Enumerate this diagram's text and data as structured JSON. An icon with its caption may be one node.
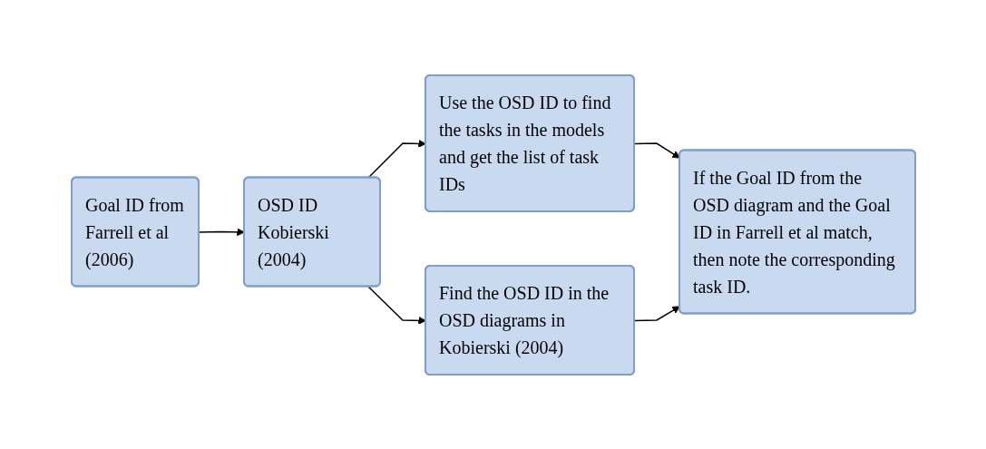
{
  "diagram": {
    "nodes": [
      {
        "text": [
          "Goal ID from Farrell et al (2006)"
        ]
      },
      {
        "text": [
          "OSD ID Kobierski (2004)"
        ]
      },
      {
        "text": [
          "Use the OSD ID to find the tasks in the models and get the list of task IDs"
        ]
      },
      {
        "text": [
          "Find the OSD ID in the OSD diagrams in Kobierski (2004)"
        ]
      },
      {
        "text": [
          "If the Goal ID from the OSD diagram and the Goal ID in Farrell et al match, then note the corresponding task ID."
        ]
      }
    ],
    "edges": [
      {
        "from": 0,
        "to": 1,
        "arrow": "to"
      },
      {
        "from": 1,
        "to": 2,
        "arrow": "to"
      },
      {
        "from": 1,
        "to": 3,
        "arrow": "to"
      },
      {
        "from": 2,
        "to": 4,
        "arrow": "to"
      },
      {
        "from": 3,
        "to": 4,
        "arrow": "to"
      }
    ]
  }
}
